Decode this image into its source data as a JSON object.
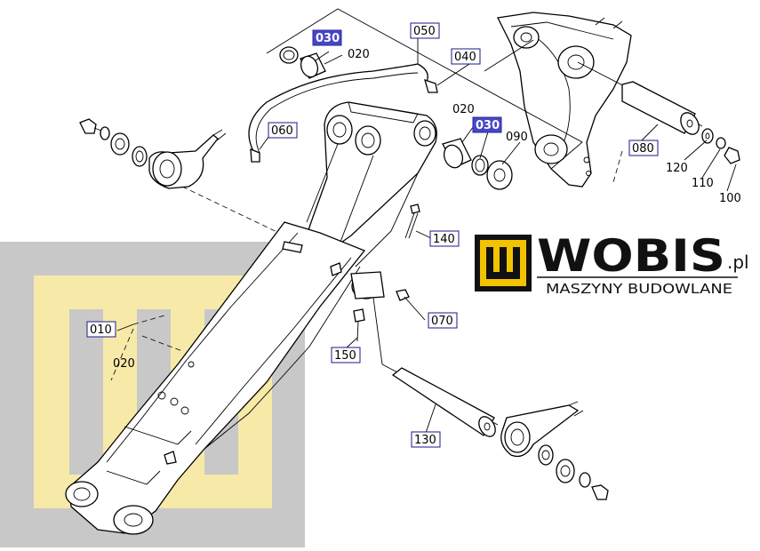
{
  "logo": {
    "brand": "WOBIS",
    "suffix": ".pl",
    "tagline": "MASZYNY BUDOWLANE",
    "colors": {
      "yellow": "#f2c400",
      "black": "#111111"
    }
  },
  "watermark": {
    "colors": {
      "gray": "#c8c8c8",
      "yellow": "#f7e9a8"
    }
  },
  "labels": [
    {
      "id": "030",
      "highlight": true
    },
    {
      "id": "020",
      "highlight": false
    },
    {
      "id": "050",
      "highlight": false
    },
    {
      "id": "040",
      "highlight": false
    },
    {
      "id": "060",
      "highlight": false
    },
    {
      "id": "020",
      "highlight": false
    },
    {
      "id": "030",
      "highlight": true
    },
    {
      "id": "090",
      "highlight": false
    },
    {
      "id": "080",
      "highlight": false
    },
    {
      "id": "120",
      "highlight": false
    },
    {
      "id": "110",
      "highlight": false
    },
    {
      "id": "100",
      "highlight": false
    },
    {
      "id": "140",
      "highlight": false
    },
    {
      "id": "070",
      "highlight": false
    },
    {
      "id": "150",
      "highlight": false
    },
    {
      "id": "130",
      "highlight": false
    },
    {
      "id": "010",
      "highlight": false
    },
    {
      "id": "020",
      "highlight": false
    }
  ]
}
